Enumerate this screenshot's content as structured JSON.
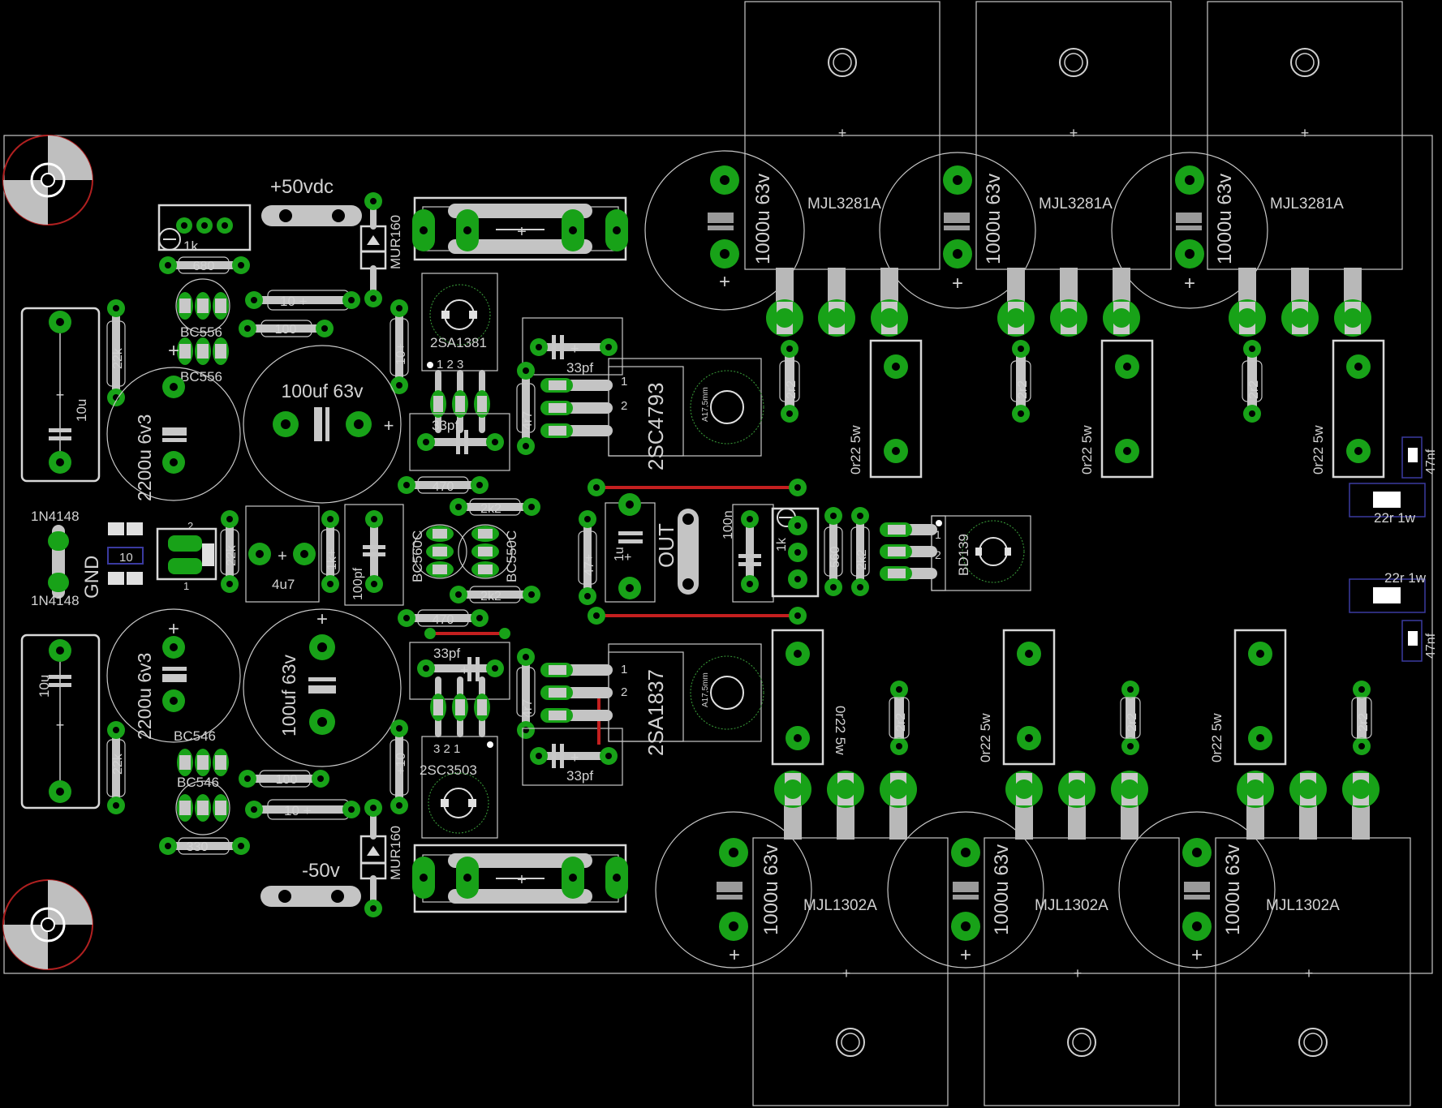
{
  "colors": {
    "background": "#000000",
    "outline": "#c8c8c8",
    "pad": "#18a218",
    "trace": "#c4c4c4",
    "red": "#c41f1f",
    "silk": "#d2d2d2",
    "blue": "#3a3aa0",
    "drill": "#000000"
  },
  "labels": {
    "plus50": "+50vdc",
    "minus50": "-50v",
    "gnd": "GND",
    "out": "OUT",
    "mur_top": "MUR160",
    "mur_bot": "MUR160",
    "r1k_top": "1k",
    "r680": "680",
    "r10_top": "10 +",
    "r100_top": "100",
    "r10p_top": "10+",
    "bc556a": "BC556",
    "bc556b": "BC556",
    "r22k_a": "22k",
    "c10u_top": "10u",
    "c2200_top": "2200u 6v3",
    "c100uf_top": "100uf 63v",
    "t2sa1381": "2SA1381",
    "pins_123": "1 2 3",
    "pins_321": "3 2 1",
    "c33pf_a": "33pf",
    "c33pf_b": "33pf",
    "c33pf_c": "33pf",
    "c33pf_d": "33pf",
    "r4r7_a": "4r7",
    "r4r7_b": "4r7",
    "t2sc4793": "2SC4793",
    "t2sa1837": "2SA1837",
    "hs_a": "A17,5mm",
    "hs_b": "A17,5mm",
    "r470_a": "470",
    "r470_b": "470",
    "r2k2_a": "2k2",
    "r2k2_b": "2k2",
    "r2k2_c": "2k2",
    "d1n4148_a": "1N4148",
    "d1n4148_b": "1N4148",
    "r10_mid": "10",
    "r22k_b": "22k",
    "c4u7": "4u7",
    "r1k_mid": "1k+",
    "c100pf": "100pf",
    "bc560c_a": "BC560C",
    "bc560c_b": "BC550C",
    "r47": "47+",
    "c1u": "1u",
    "c100n": "100n",
    "pot1k": "1k",
    "r560": "560",
    "bd139": "BD139",
    "c2200_bot": "2200u 6v3",
    "c100uf_bot": "100uf 63v",
    "c10u_bot": "10u",
    "r22k_c": "22k",
    "bc546a": "BC546",
    "bc546b": "BC546",
    "r100_bot": "100",
    "r10_bot": "10 +",
    "r10p_bot": "+10",
    "r330": "330",
    "t2sc3503": "2SC3503",
    "c1000_labels": [
      "1000u 63v",
      "1000u 63v",
      "1000u 63v",
      "1000u 63v",
      "1000u 63v",
      "1000u 63v"
    ],
    "mjl_top": [
      "MJL3281A",
      "MJL3281A",
      "MJL3281A"
    ],
    "mjl_bot": [
      "MJL1302A",
      "MJL1302A",
      "MJL1302A"
    ],
    "r0r22_top": [
      "0r22 5w",
      "0r22 5w",
      "0r22 5w"
    ],
    "r0r22_bot": [
      "0r22 5w",
      "0r22 5w",
      "0r22 5w"
    ],
    "r2r2_top": [
      "2r2",
      "2r2",
      "2r2"
    ],
    "r2r2_bot": [
      "2r2",
      "2r2",
      "2r2"
    ],
    "r22r1w_a": "22r 1w",
    "r22r1w_b": "22r 1w",
    "c47nf_a": "47nf",
    "c47nf_b": "47nf",
    "pin1": "1",
    "pin2": "2",
    "plus": "+"
  }
}
